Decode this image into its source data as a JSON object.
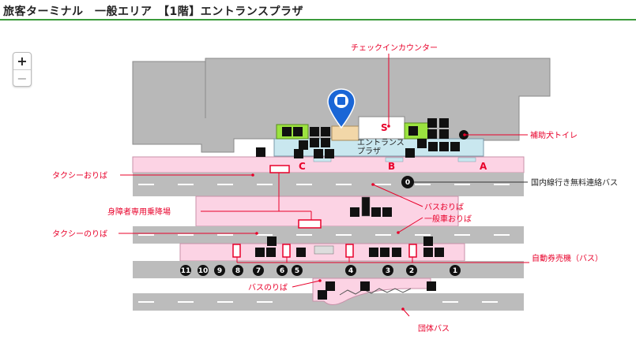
{
  "header": {
    "title": "旅客ターミナル　一般エリア　【1階】エントランスプラザ"
  },
  "zoom": {
    "plus": "+",
    "minus": "−"
  },
  "labels": {
    "checkin": "チェックインカウンター",
    "assistance_dog_toilet": "補助犬トイレ",
    "taxi_dropoff": "タクシーおりば",
    "shuttle_bus": "国内線行き無料連絡バス",
    "disabled_boarding": "身障者専用乗降場",
    "bus_dropoff": "バスおりば",
    "general_dropoff": "一般車おりば",
    "taxi_pickup": "タクシーのりば",
    "ticket_machine": "自動券売機（バス）",
    "bus_stop": "バスのりば",
    "group_bus": "団体バス",
    "entrance_plaza": [
      "エントランス",
      "プラザ"
    ]
  },
  "gates": [
    "C",
    "B",
    "A"
  ],
  "counter_letter": "S",
  "shuttle_stop": "0",
  "bus_stops": [
    "11",
    "10",
    "9",
    "8",
    "7",
    "6",
    "5",
    "4",
    "3",
    "2",
    "1"
  ],
  "icons": [
    "toilet-icon",
    "accessible-toilet-icon",
    "baby-care-icon",
    "elevator-icon",
    "escalator-icon",
    "information-icon",
    "assistance-dog-icon",
    "phone-icon",
    "atm-icon",
    "map-pin-icon"
  ],
  "colors": {
    "accent": "#e8002a",
    "plaza": "#fcd3e4",
    "terminal": "#b8b8b8",
    "building": "#c9e7ef",
    "pin": "#1a66d6",
    "header_line": "#3a9a3a"
  }
}
